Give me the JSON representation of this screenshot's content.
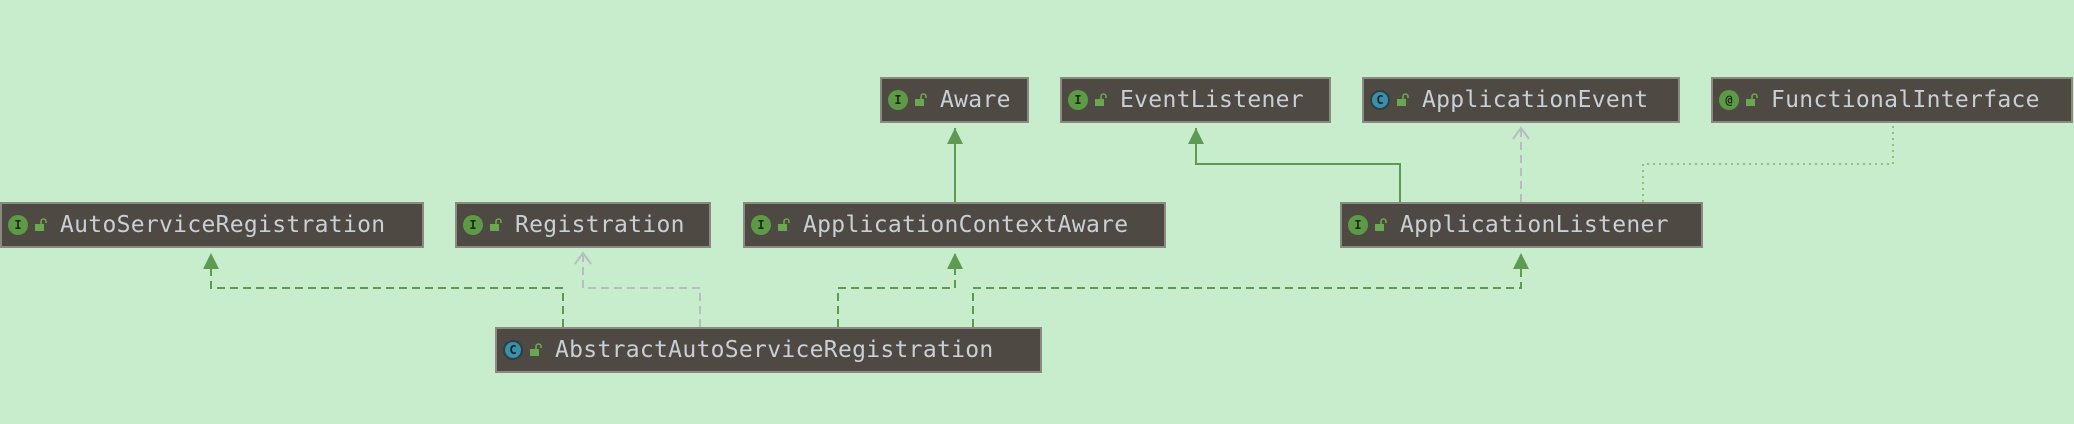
{
  "nodes": [
    {
      "id": "aware",
      "label": "Aware",
      "kind": "I"
    },
    {
      "id": "event_listener",
      "label": "EventListener",
      "kind": "I"
    },
    {
      "id": "application_event",
      "label": "ApplicationEvent",
      "kind": "C"
    },
    {
      "id": "functional_interface",
      "label": "FunctionalInterface",
      "kind": "@"
    },
    {
      "id": "auto_service_registration",
      "label": "AutoServiceRegistration",
      "kind": "I"
    },
    {
      "id": "registration",
      "label": "Registration",
      "kind": "I"
    },
    {
      "id": "application_context_aware",
      "label": "ApplicationContextAware",
      "kind": "I"
    },
    {
      "id": "application_listener",
      "label": "ApplicationListener",
      "kind": "I"
    },
    {
      "id": "abstract_auto_service_registration",
      "label": "AbstractAutoServiceRegistration",
      "kind": "C"
    }
  ],
  "edges": [
    {
      "from": "application_context_aware",
      "to": "aware",
      "type": "extends"
    },
    {
      "from": "application_listener",
      "to": "event_listener",
      "type": "extends"
    },
    {
      "from": "application_listener",
      "to": "application_event",
      "type": "depends"
    },
    {
      "from": "application_listener",
      "to": "functional_interface",
      "type": "annotated"
    },
    {
      "from": "abstract_auto_service_registration",
      "to": "auto_service_registration",
      "type": "implements"
    },
    {
      "from": "abstract_auto_service_registration",
      "to": "registration",
      "type": "depends"
    },
    {
      "from": "abstract_auto_service_registration",
      "to": "application_context_aware",
      "type": "implements"
    },
    {
      "from": "abstract_auto_service_registration",
      "to": "application_listener",
      "type": "implements"
    }
  ],
  "colors": {
    "background": "#c7edcc",
    "node_fill": "#4e4a43",
    "node_border": "#8a8a80",
    "label": "#c9cfd6",
    "extends_line": "#5f9a52",
    "depends_line": "#b7bdc2",
    "annotated_line": "#8cc47a"
  }
}
